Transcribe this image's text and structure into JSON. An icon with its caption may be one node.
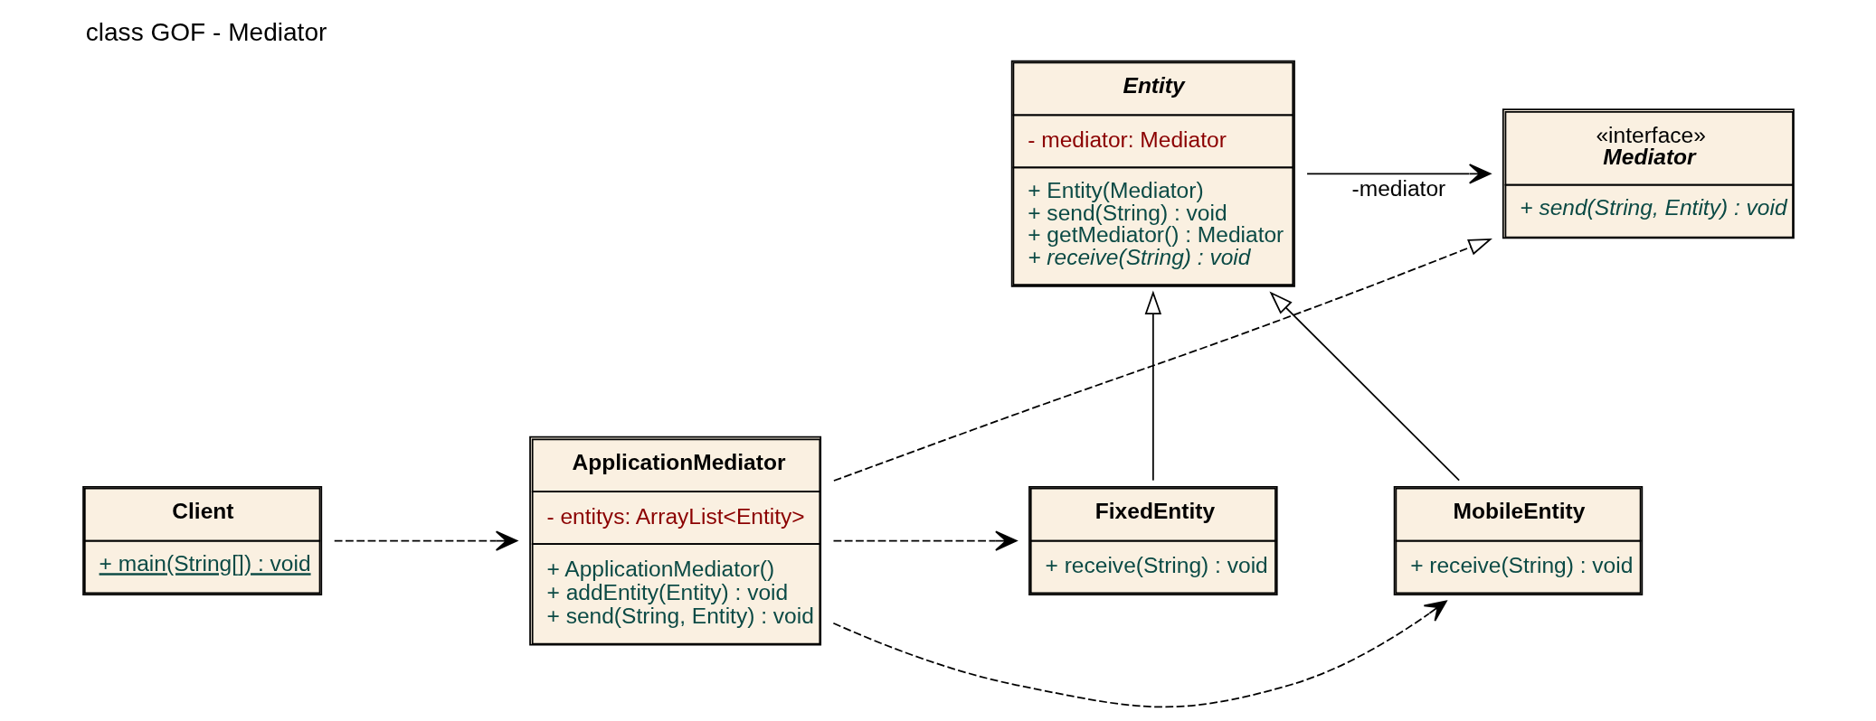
{
  "diagram": {
    "title": "class GOF - Mediator",
    "nodes": [
      {
        "text": [
          "«interface»",
          "Mediator",
          "+ send(String, Entity) : void"
        ]
      },
      {
        "text": [
          "Entity",
          "- mediator: Mediator",
          "+ Entity(Mediator)",
          "+ send(String) : void",
          "+ getMediator() : Mediator",
          "+ receive(String) : void"
        ]
      },
      {
        "text": [
          "Client",
          "+ main(String[]) : void"
        ]
      },
      {
        "text": [
          "ApplicationMediator",
          "- entitys: ArrayList<Entity>",
          "+ ApplicationMediator()",
          "+ addEntity(Entity) : void",
          "+ send(String, Entity) : void"
        ]
      },
      {
        "text": [
          "MobileEntity",
          "+ receive(String) : void"
        ]
      },
      {
        "text": [
          "FixedEntity",
          "+ receive(String) : void"
        ]
      }
    ],
    "edges": [
      {
        "from": 1,
        "to": 0,
        "arrow": "to",
        "label": "-mediator"
      },
      {
        "from": 3,
        "to": 0,
        "arrow": "to",
        "style": "dashed"
      },
      {
        "from": 4,
        "to": 1,
        "arrow": "to"
      },
      {
        "from": 5,
        "to": 1,
        "arrow": "to"
      },
      {
        "from": 2,
        "to": 3,
        "arrow": "to",
        "style": "dashed"
      },
      {
        "from": 3,
        "to": 4,
        "arrow": "to",
        "style": "dashed"
      },
      {
        "from": 3,
        "to": 5,
        "arrow": "to",
        "style": "dashed"
      }
    ]
  }
}
